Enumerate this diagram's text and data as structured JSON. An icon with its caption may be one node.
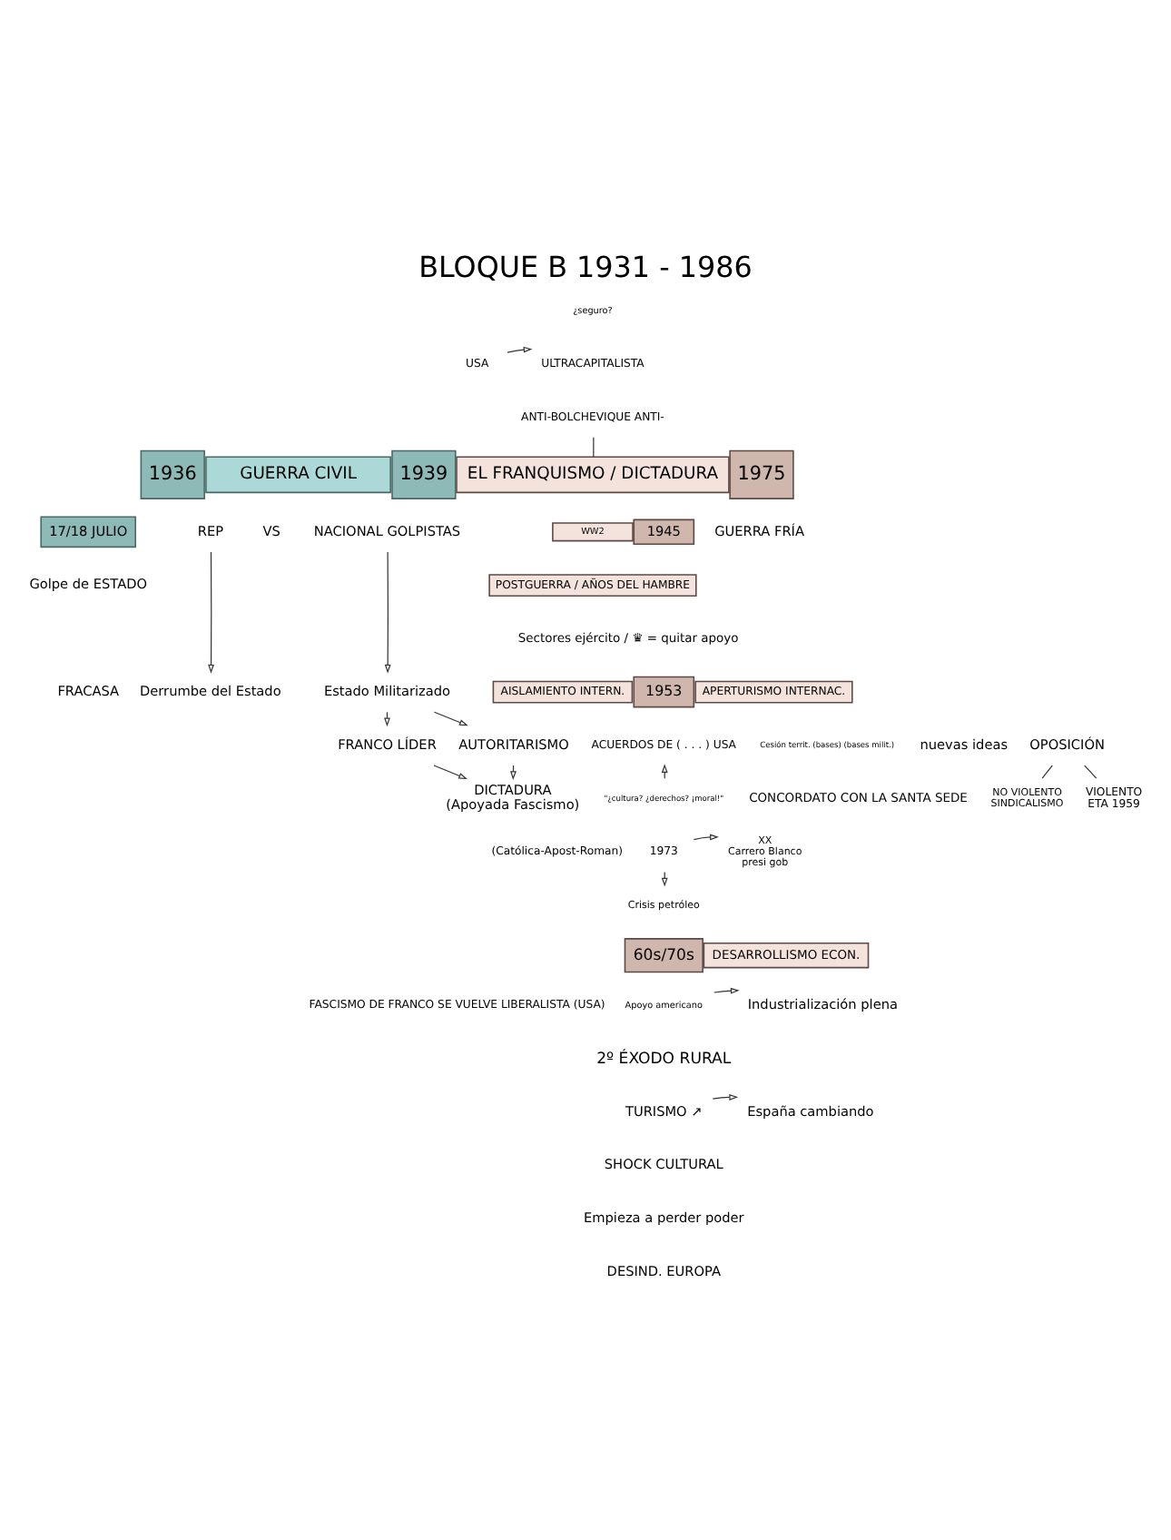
{
  "diagram": {
    "title": "BLOQUE B 1931 - 1986",
    "nodes": [
      {
        "text": [
          "USA"
        ]
      },
      {
        "text": [
          "ULTRACAPITALISTA"
        ]
      },
      {
        "text": [
          "ANTI-BOLCHEVIQUE ANTI-"
        ]
      },
      {
        "text": [
          "1936"
        ]
      },
      {
        "text": [
          "GUERRA CIVIL"
        ]
      },
      {
        "text": [
          "1939"
        ]
      },
      {
        "text": [
          "EL FRANQUISMO / DICTADURA"
        ]
      },
      {
        "text": [
          "1975"
        ]
      },
      {
        "text": [
          "17/18 JULIO"
        ]
      },
      {
        "text": [
          "REP"
        ]
      },
      {
        "text": [
          "NACIONAL GOLPISTAS"
        ]
      },
      {
        "text": [
          "WW2"
        ]
      },
      {
        "text": [
          "1945"
        ]
      },
      {
        "text": [
          "POSTGUERRA / AÑOS DEL HAMBRE"
        ]
      },
      {
        "text": [
          "Derrumbe del Estado"
        ]
      },
      {
        "text": [
          "Estado Militarizado"
        ]
      },
      {
        "text": [
          "AISLAMIENTO INTERN."
        ]
      },
      {
        "text": [
          "1953"
        ]
      },
      {
        "text": [
          "APERTURISMO INTERNAC."
        ]
      },
      {
        "text": [
          "FRANCO LÍDER"
        ]
      },
      {
        "text": [
          "AUTORITARISMO"
        ]
      },
      {
        "text": [
          "ACUERDOS DE ( . . . ) USA"
        ],
        "beside": [
          "Cesión territ. (bases) (bases milit.)"
        ]
      },
      {
        "text": [
          "OPOSICIÓN"
        ]
      },
      {
        "text": [
          "\"¿cultura? ¿derechos? ¡moral!\""
        ]
      },
      {
        "text": [
          "NO VIOLENTO",
          "SINDICALISMO"
        ]
      },
      {
        "text": [
          "VIOLENTO",
          "ETA 1959"
        ]
      },
      {
        "text": [
          "DICTADURA",
          "(Apoyada Fascismo)"
        ]
      },
      {
        "text": [
          "1973"
        ]
      },
      {
        "text": [
          "XX",
          "Carrero Blanco",
          "presi gob"
        ]
      },
      {
        "text": [
          "Crisis petróleo"
        ]
      },
      {
        "text": [
          "60s/70s"
        ]
      },
      {
        "text": [
          "DESARROLLISMO ECON."
        ]
      },
      {
        "text": [
          "Apoyo americano"
        ]
      },
      {
        "text": [
          "Industrialización plena"
        ]
      },
      {
        "text": [
          "TURISMO ↗"
        ]
      },
      {
        "text": [
          "España cambiando"
        ]
      }
    ],
    "edges": [
      {
        "from": 0,
        "to": 1,
        "arrow": "to"
      },
      {
        "from": 2,
        "to": 6,
        "arrow": "none"
      },
      {
        "from": 9,
        "to": 14,
        "arrow": "to"
      },
      {
        "from": 10,
        "to": 15,
        "arrow": "to"
      },
      {
        "from": 15,
        "to": 19,
        "arrow": "to"
      },
      {
        "from": 15,
        "to": 20,
        "arrow": "to"
      },
      {
        "from": 19,
        "to": 26,
        "arrow": "to"
      },
      {
        "from": 20,
        "to": 26,
        "arrow": "to"
      },
      {
        "from": 23,
        "to": 21,
        "arrow": "to"
      },
      {
        "from": 22,
        "to": 24,
        "arrow": "none"
      },
      {
        "from": 22,
        "to": 25,
        "arrow": "none"
      },
      {
        "from": 27,
        "to": 28,
        "arrow": "to"
      },
      {
        "from": 27,
        "to": 29,
        "arrow": "to"
      },
      {
        "from": 32,
        "to": 33,
        "arrow": "to"
      },
      {
        "from": 34,
        "to": 35,
        "arrow": "to"
      }
    ],
    "labels": [
      "¿seguro?",
      "VS",
      "GUERRA FRÍA",
      "Golpe de ESTADO",
      "Sectores ejército / ♛ = quitar apoyo",
      "FRACASA",
      "nuevas ideas",
      "CONCORDATO CON LA SANTA SEDE",
      "(Católica-Apost-Roman)",
      "FASCISMO DE FRANCO SE VUELVE LIBERALISTA (USA)",
      "2º ÉXODO RURAL",
      "SHOCK CULTURAL",
      "Empieza a perder poder",
      "DESIND. EUROPA"
    ]
  }
}
